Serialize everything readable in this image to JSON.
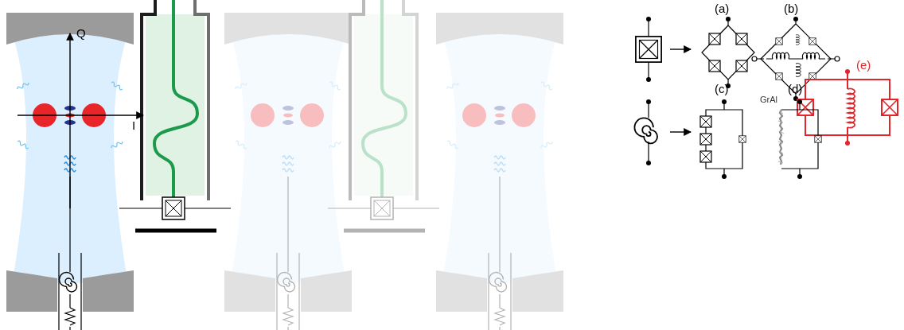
{
  "diagram": {
    "labels": [
      "Q",
      "I",
      "(a)",
      "(b)",
      "(c)",
      "(d)",
      "(e)",
      "GrAl"
    ]
  }
}
